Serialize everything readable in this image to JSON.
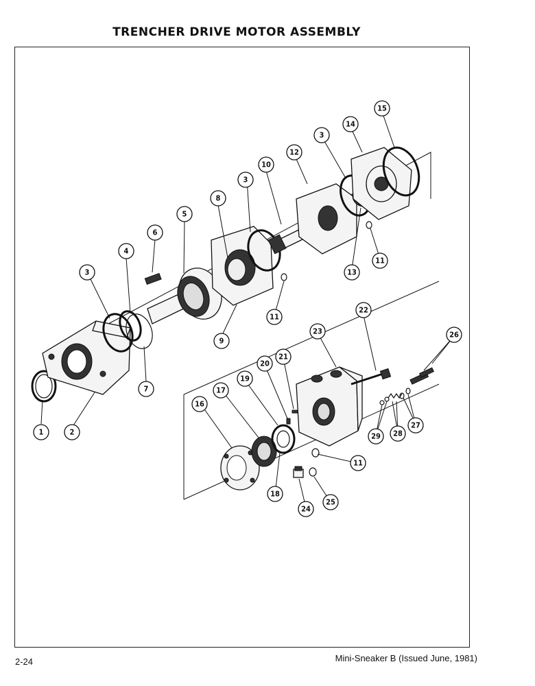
{
  "header": {
    "title": "TRENCHER DRIVE MOTOR ASSEMBLY"
  },
  "footer": {
    "page_number": "2-24",
    "publication": "Mini-Sneaker B (Issued June, 1981)"
  },
  "callouts": [
    {
      "id": "c1",
      "label": "1"
    },
    {
      "id": "c2",
      "label": "2"
    },
    {
      "id": "c3a",
      "label": "3"
    },
    {
      "id": "c4",
      "label": "4"
    },
    {
      "id": "c5",
      "label": "5"
    },
    {
      "id": "c6",
      "label": "6"
    },
    {
      "id": "c7",
      "label": "7"
    },
    {
      "id": "c8",
      "label": "8"
    },
    {
      "id": "c9",
      "label": "9"
    },
    {
      "id": "c3b",
      "label": "3"
    },
    {
      "id": "c10",
      "label": "10"
    },
    {
      "id": "c11a",
      "label": "11"
    },
    {
      "id": "c12",
      "label": "12"
    },
    {
      "id": "c3c",
      "label": "3"
    },
    {
      "id": "c13",
      "label": "13"
    },
    {
      "id": "c11b",
      "label": "11"
    },
    {
      "id": "c14",
      "label": "14"
    },
    {
      "id": "c15",
      "label": "15"
    },
    {
      "id": "c16",
      "label": "16"
    },
    {
      "id": "c17",
      "label": "17"
    },
    {
      "id": "c18",
      "label": "18"
    },
    {
      "id": "c19",
      "label": "19"
    },
    {
      "id": "c20",
      "label": "20"
    },
    {
      "id": "c21",
      "label": "21"
    },
    {
      "id": "c22",
      "label": "22"
    },
    {
      "id": "c23",
      "label": "23"
    },
    {
      "id": "c24",
      "label": "24"
    },
    {
      "id": "c25",
      "label": "25"
    },
    {
      "id": "c26",
      "label": "26"
    },
    {
      "id": "c27",
      "label": "27"
    },
    {
      "id": "c28",
      "label": "28"
    },
    {
      "id": "c29",
      "label": "29"
    },
    {
      "id": "c11c",
      "label": "11"
    }
  ]
}
